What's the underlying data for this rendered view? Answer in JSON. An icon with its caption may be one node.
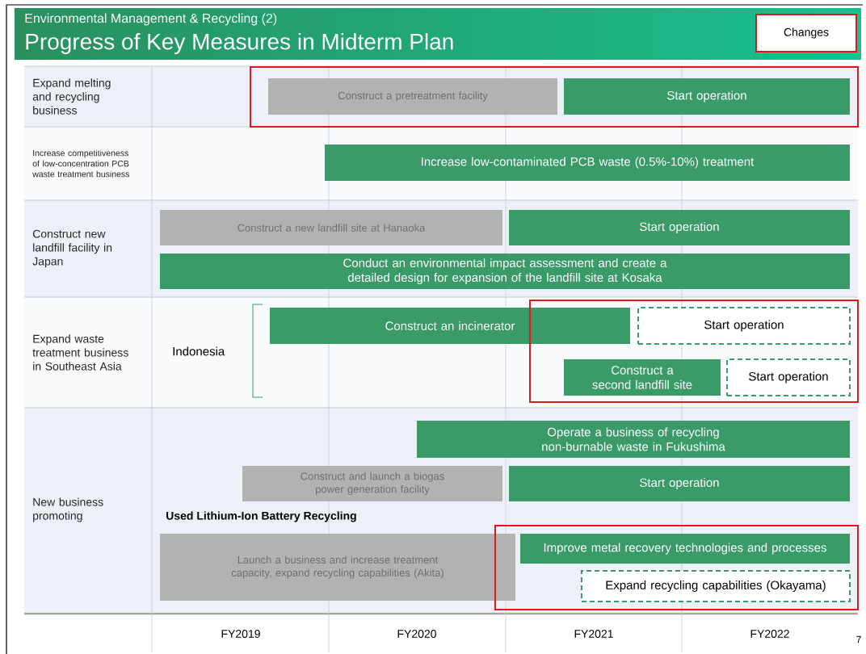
{
  "diagram": {
    "title": "Progress of Key Measures in Midterm Plan",
    "nodes": [
      {
        "text": [
          "Changes"
        ]
      },
      {
        "text": [
          "Expand melting and recycling business"
        ]
      },
      {
        "text": [
          "Construct a pretreatment facility"
        ]
      },
      {
        "text": [
          "Start operation"
        ]
      },
      {
        "text": [
          "Increase competitiveness of low-concentration PCB waste treatment business"
        ]
      },
      {
        "text": [
          "Increase low-contaminated PCB waste (0.5%-10%) treatment"
        ]
      },
      {
        "text": [
          "Construct new landfill facility in Japan"
        ]
      },
      {
        "text": [
          "Construct a new landfill site at Hanaoka"
        ]
      },
      {
        "text": [
          "Start operation"
        ]
      },
      {
        "text": [
          "Conduct an environmental impact assessment and create a detailed design for expansion of the landfill site at Kosaka"
        ]
      },
      {
        "text": [
          "Expand waste treatment business in Southeast Asia"
        ]
      },
      {
        "text": [
          "Construct an incinerator"
        ]
      },
      {
        "text": [
          "Start operation"
        ]
      },
      {
        "text": [
          "Construct a second landfill site"
        ]
      },
      {
        "text": [
          "Start operation"
        ]
      },
      {
        "text": [
          "New business promoting"
        ]
      },
      {
        "text": [
          "Operate a business of recycling non-burnable waste in Fukushima"
        ]
      },
      {
        "text": [
          "Construct and launch a biogas power generation facility"
        ]
      },
      {
        "text": [
          "Start operation"
        ]
      },
      {
        "text": [
          "Launch a business and increase treatment capacity, expand recycling capabilities (Akita)"
        ]
      },
      {
        "text": [
          "Improve metal recovery technologies and processes"
        ]
      },
      {
        "text": [
          "Expand recycling capabilities (Okayama)"
        ]
      }
    ],
    "labels": [
      "Environmental Management & Recycling (2)",
      "Indonesia",
      "Used Lithium-Ion Battery Recycling",
      "FY2019",
      "FY2020",
      "FY2021",
      "FY2022",
      "7"
    ]
  }
}
